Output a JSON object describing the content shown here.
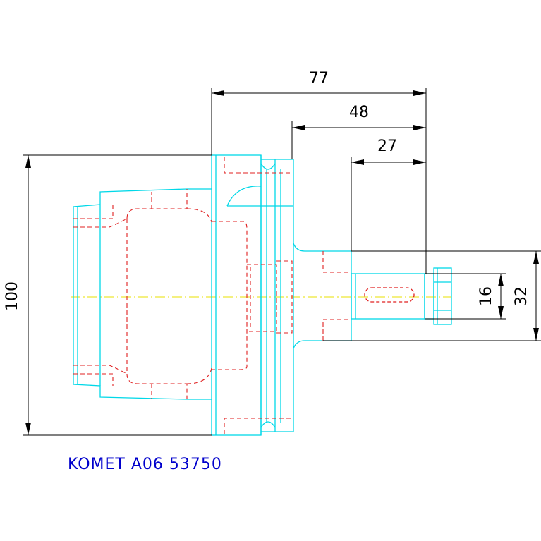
{
  "dimensions": {
    "overall_length": "77",
    "shank_length": "48",
    "pin_length": "27",
    "flange_diameter": "100",
    "shank_diameter": "32",
    "pin_diameter": "16"
  },
  "caption": "KOMET A06 53750",
  "colors": {
    "outline": "#00d8e8",
    "hidden": "#e02020",
    "centerline": "#e8e000",
    "dimension": "#000000",
    "caption": "#0000cc"
  }
}
